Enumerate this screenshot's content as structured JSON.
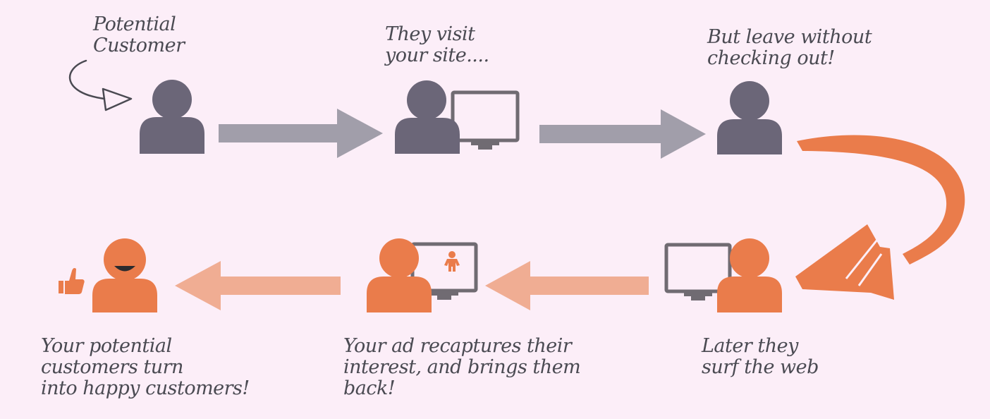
{
  "steps": {
    "potential_customer": {
      "lines": [
        "Potential",
        "Customer"
      ]
    },
    "visit_site": {
      "lines": [
        "They visit",
        "your site...."
      ]
    },
    "leave": {
      "lines": [
        "But leave without",
        "checking out!"
      ]
    },
    "surf_web": {
      "lines": [
        "Later they",
        "surf the web"
      ]
    },
    "ad_recapture": {
      "lines": [
        "Your ad recaptures their",
        "interest, and brings them",
        "back!"
      ]
    },
    "happy_customer": {
      "lines": [
        "Your potential",
        "customers turn",
        "into happy customers!"
      ]
    }
  },
  "colors": {
    "background": "#fceef8",
    "person_gray": "#6b6678",
    "arrow_gray": "#a19eaa",
    "person_orange": "#ea7c4b",
    "arrow_orange": "#f0ad93",
    "monitor_gray": "#706b72",
    "text": "#4a4a52"
  },
  "icons": [
    "person-icon",
    "monitor-icon",
    "arrow-right-icon",
    "arrow-left-icon",
    "curved-arrow-icon",
    "thumbs-up-icon",
    "smile-icon",
    "child-figure-icon"
  ]
}
